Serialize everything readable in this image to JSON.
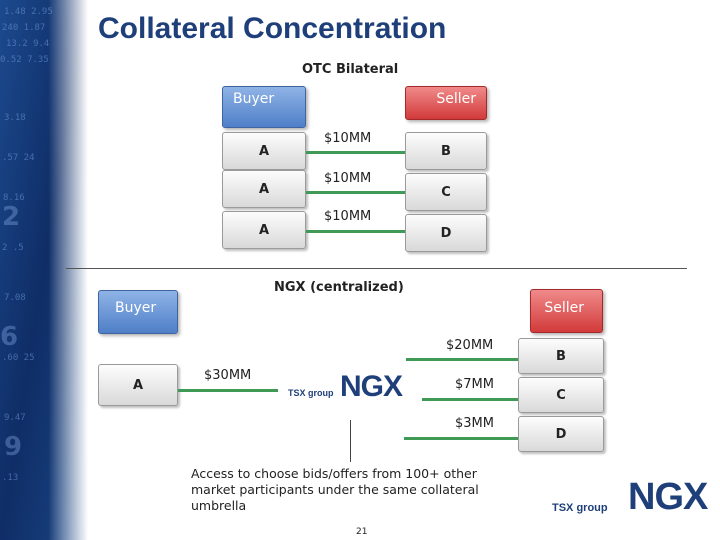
{
  "title": "Collateral Concentration",
  "otc": {
    "heading": "OTC Bilateral",
    "buyer_label": "Buyer",
    "seller_label": "Seller",
    "buyer_boxes": [
      "A",
      "A",
      "A"
    ],
    "seller_boxes": [
      "B",
      "C",
      "D"
    ],
    "amounts": [
      "$10MM",
      "$10MM",
      "$10MM"
    ]
  },
  "ngx": {
    "heading": "NGX (centralized)",
    "buyer_label": "Buyer",
    "seller_label": "Seller",
    "buyer_box": "A",
    "buyer_amount": "$30MM",
    "seller_boxes": [
      "B",
      "C",
      "D"
    ],
    "seller_amounts": [
      "$20MM",
      "$7MM",
      "$3MM"
    ],
    "center_logo": {
      "small_text": "TSX group",
      "big_text": "NGX"
    }
  },
  "access_text": "Access to choose bids/offers from 100+ other market participants under the same collateral umbrella",
  "page_number": "21",
  "footer_logo": {
    "small_text": "TSX group",
    "big_text": "NGX"
  },
  "colors": {
    "title": "#1e3f7a",
    "buyer": "#5b86cc",
    "seller": "#d84444",
    "line": "#3f9a55",
    "sidebar": "#163a78"
  },
  "icons": {
    "sidebar": "stock-ticker-background-image"
  }
}
